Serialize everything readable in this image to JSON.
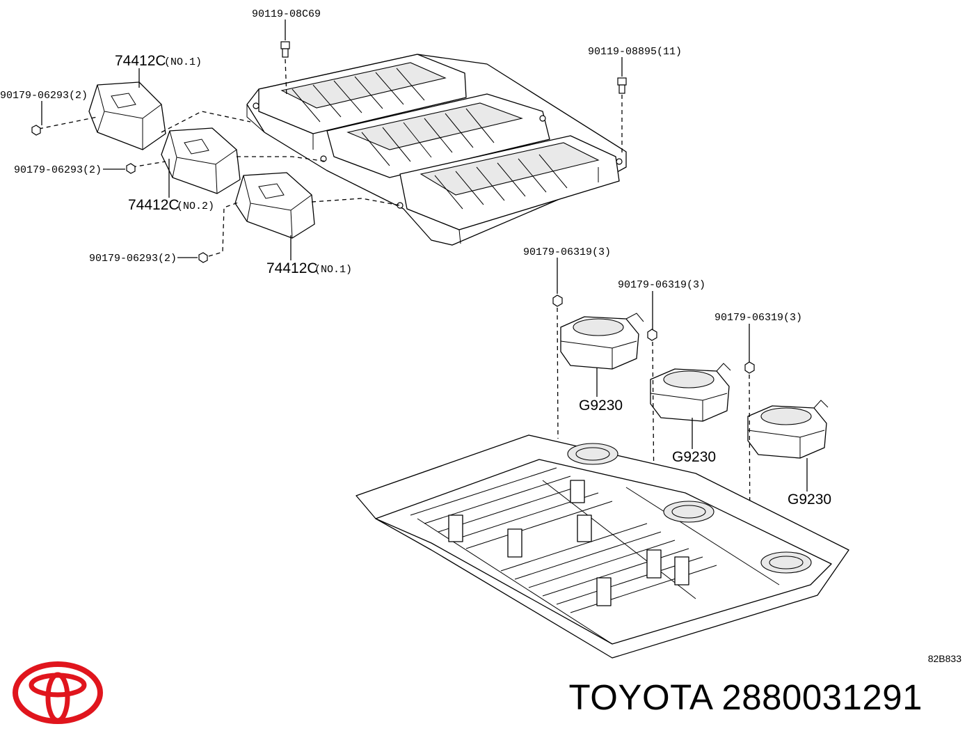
{
  "callouts": {
    "bolt_top": "90119-08C69",
    "bolt_right": "90119-08895(11)",
    "cover_no1_top_code": "74412C",
    "cover_no1_top_sub": "(NO.1)",
    "cover_no2_code": "74412C",
    "cover_no2_sub": "(NO.2)",
    "cover_no1_bottom_code": "74412C",
    "cover_no1_bottom_sub": "(NO.1)",
    "nut_a": "90179-06293(2)",
    "nut_b": "90179-06293(2)",
    "nut_c": "90179-06293(2)",
    "nut_fan_1": "90179-06319(3)",
    "nut_fan_2": "90179-06319(3)",
    "nut_fan_3": "90179-06319(3)",
    "fan_1": "G9230",
    "fan_2": "G9230",
    "fan_3": "G9230"
  },
  "ref_code": "82B833",
  "footer": {
    "title": "TOYOTA 2880031291"
  },
  "logo": {
    "brand": "TOYOTA",
    "color": "#e0151d",
    "icon": "toyota-logo-icon"
  }
}
